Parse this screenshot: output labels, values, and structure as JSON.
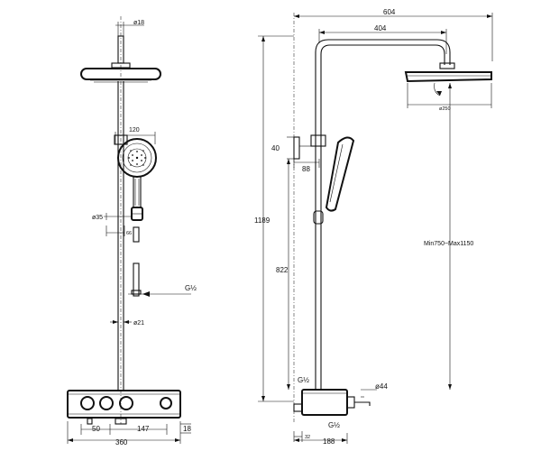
{
  "front_view": {
    "dim_top_diameter": "ø18",
    "dim_handshower_width": "120",
    "dim_bracket_diameter": "ø35",
    "dim_slider_small": "66",
    "dim_pipe_diameter": "ø21",
    "dim_thread": "G½",
    "dim_offset_50": "50",
    "dim_spacing_147": "147",
    "dim_height_18": "18",
    "dim_width_360": "360"
  },
  "side_view": {
    "dim_total_reach": "604",
    "dim_arm_reach": "404",
    "dim_head_diameter": "ø250",
    "dim_wall_gap": "40",
    "dim_wall_offset": "88",
    "dim_total_height": "1189",
    "dim_lower_height": "822",
    "dim_adjustable_range": "Min750~Max1150",
    "dim_thread_top": "G½",
    "dim_outlet_diameter": "ø44",
    "dim_thread_bottom": "G½",
    "dim_inlet_32": "32",
    "dim_depth_188": "188"
  }
}
